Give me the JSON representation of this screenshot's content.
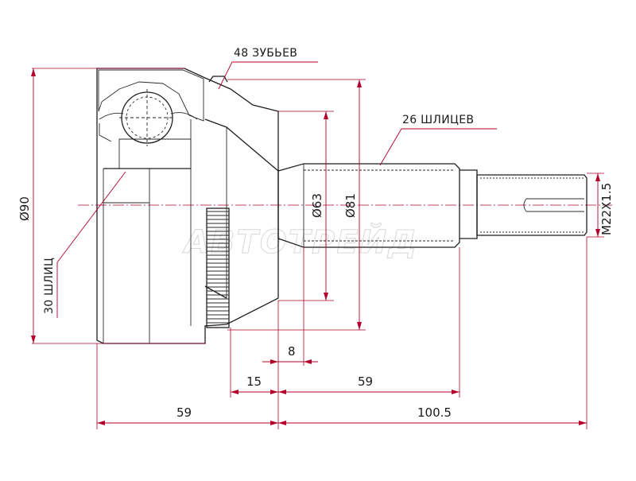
{
  "drawing": {
    "annotations": {
      "teeth_48": "48 ЗУБЬЕВ",
      "splines_26": "26 ШЛИЦЕВ",
      "splines_30": "30 ШЛИЦ"
    },
    "dimensions": {
      "outer_diameter": "Ø90",
      "diameter_63": "Ø63",
      "diameter_81": "Ø81",
      "thread": "M22X1.5",
      "offset_8": "8",
      "length_15": "15",
      "length_59_stem": "59",
      "length_59_body": "59",
      "length_100_5": "100.5"
    },
    "watermark": "АВТОТРЕЙД",
    "colors": {
      "dimension": "#b3002a",
      "outline": "#1f1f1f"
    }
  }
}
